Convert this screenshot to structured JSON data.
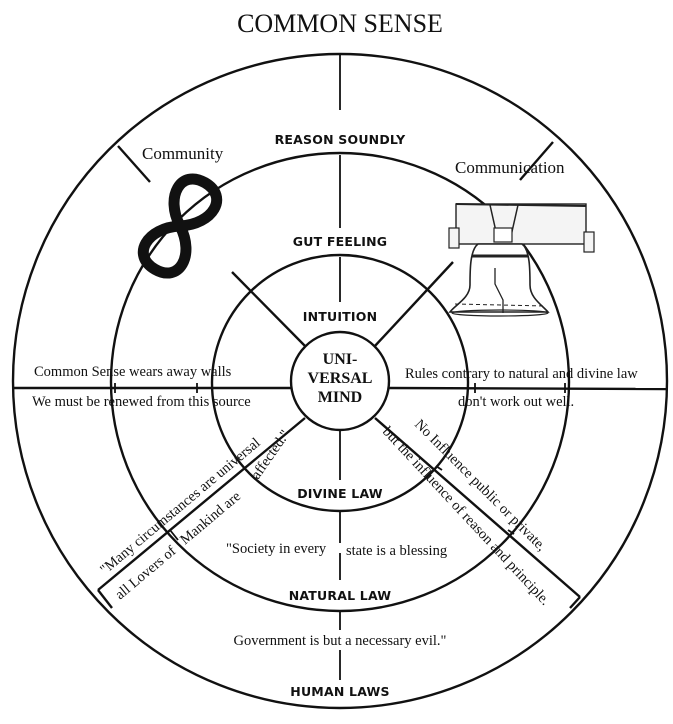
{
  "title": "COMMON SENSE",
  "center": {
    "lines": [
      "UNI-",
      "VERSAL",
      "MIND"
    ]
  },
  "rings": {
    "upper": [
      "REASON SOUNDLY",
      "GUT FEELING",
      "INTUITION"
    ],
    "lower": [
      "DIVINE LAW",
      "NATURAL LAW",
      "HUMAN LAWS"
    ]
  },
  "icons": {
    "community": {
      "label": "Community",
      "icon": "infinity-icon"
    },
    "communication": {
      "label": "Communication",
      "icon": "liberty-bell-icon"
    }
  },
  "quotes": {
    "left_above": "Common Sense wears away walls",
    "left_below": "We must be renewed from this source",
    "right_above": "Rules contrary to natural and divine law",
    "right_below": "don't work out well.",
    "diag_left_outer": "\"Many circumstances  are  universal",
    "diag_left_inner_a": "all Lovers of",
    "diag_left_inner_b": "Mankind are",
    "diag_left_inner_c": "affected.\"",
    "diag_right_outer": "No Influence public or private,",
    "diag_right_inner": "but the influence of reason and principle.",
    "society_left": "\"Society in every",
    "society_right": "state is a blessing",
    "government": "Government is but a necessary evil.\""
  }
}
